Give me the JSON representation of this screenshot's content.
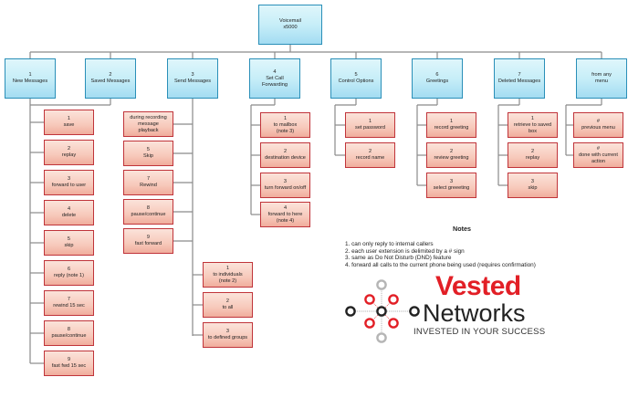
{
  "root": {
    "label": "Voicemail\nx5000"
  },
  "categories": [
    {
      "label": "1\nNew Messages",
      "children": [
        "1\nsave",
        "2\nreplay",
        "3\nforward to user",
        "4\ndelete",
        "5\nskip",
        "6\nreply (note 1)",
        "7\nrewind 15 sec",
        "8\npause/continue",
        "9\nfast fwd 15 sec"
      ]
    },
    {
      "label": "2\nSaved Messages",
      "children": []
    },
    {
      "label": "3\nSend Messages",
      "children": [
        "during recording\nmessage\nplayback",
        "5\nSkip",
        "7\nRewind",
        "8\npause/continue",
        "9\nfast forward"
      ],
      "sub_children": [
        "1\nto individuals\n(note 2)",
        "2\nto all",
        "3\nto defined groups"
      ]
    },
    {
      "label": "4\nSet Call\nForwarding",
      "children": [
        "1\nto mailbox\n(note 3)",
        "2\ndestination device",
        "3\nturn forward on/off",
        "4\nforward to here\n(note 4)"
      ]
    },
    {
      "label": "5\nControl Options",
      "children": [
        "1\nset password",
        "2\nrecord name"
      ]
    },
    {
      "label": "6\nGreetings",
      "children": [
        "1\nrecord greeting",
        "2\nreview greeting",
        "3\nselect greeeting"
      ]
    },
    {
      "label": "7\nDeleted Messages",
      "children": [
        "1\nretrieve to saved\nbox",
        "2\nreplay",
        "3\nskip"
      ]
    },
    {
      "label": "from any\nmenu",
      "children": [
        "#\nprevious menu",
        "#\ndone with current\naction"
      ]
    }
  ],
  "notes": {
    "title": "Notes",
    "items": [
      "1. can only reply to internal callers",
      "2. each user extension is delimited by a # sign",
      "3. same as Do Not Disturb (DND) feature",
      "4. forward all calls to the current phone being used (requires confirmation)"
    ]
  },
  "logo": {
    "word1": "Vested",
    "word2": "Networks",
    "tagline": "INVESTED IN YOUR SUCCESS"
  },
  "colors": {
    "parent_border": "#2a8fb8",
    "child_border": "#c0343a",
    "connector": "#8a8a8a",
    "logo_red": "#e21f26",
    "logo_gray": "#b5b5b5",
    "logo_black": "#222222"
  }
}
